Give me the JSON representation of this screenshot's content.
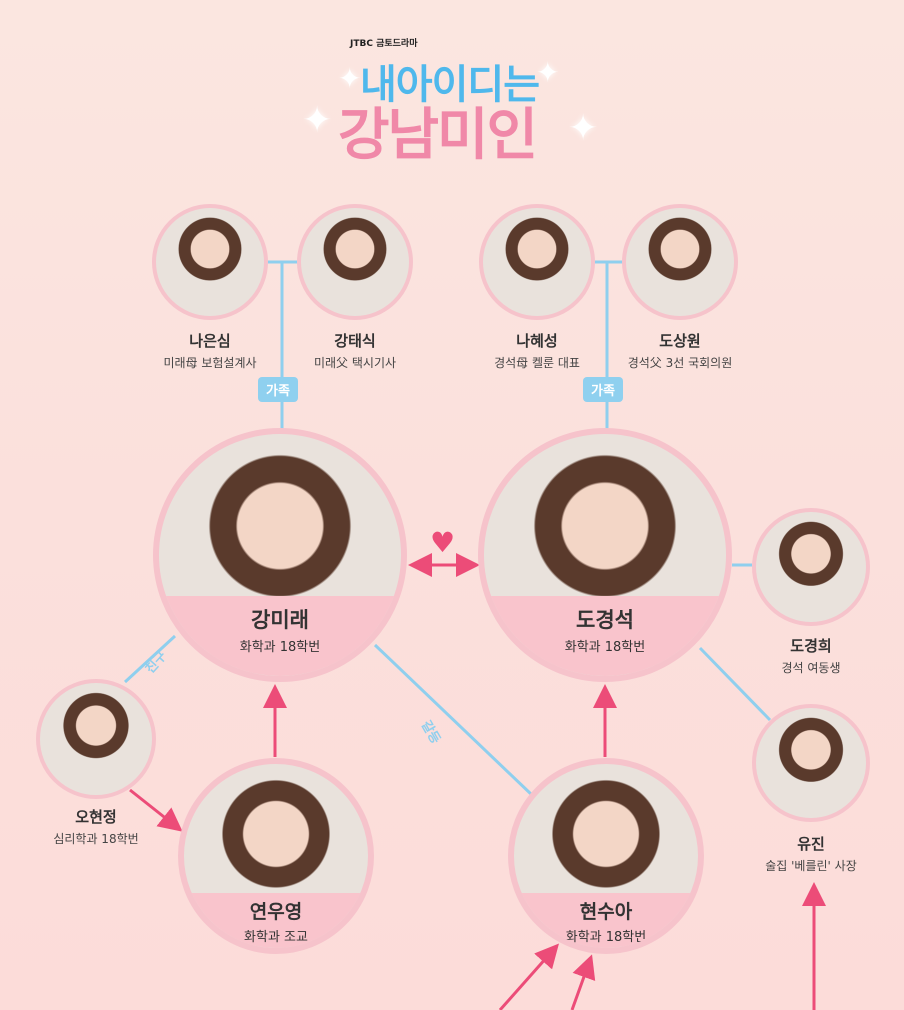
{
  "header": {
    "brand": "JTBC 금토드라마",
    "title_line1": "내아이디는",
    "title_line2": "강남미인"
  },
  "family_label": "가족",
  "relations": {
    "friend": "친구",
    "conflict": "갈등"
  },
  "characters": {
    "na_eunsim": {
      "name": "나은심",
      "desc": "미래母 보험설계사"
    },
    "kang_taesik": {
      "name": "강태식",
      "desc": "미래父 택시기사"
    },
    "na_hyesung": {
      "name": "나혜성",
      "desc": "경석母 켈룬 대표"
    },
    "do_sangwon": {
      "name": "도상원",
      "desc": "경석父 3선 국회의원"
    },
    "kang_mirae": {
      "name": "강미래",
      "desc": "화학과 18학번"
    },
    "do_kyungseok": {
      "name": "도경석",
      "desc": "화학과 18학번"
    },
    "do_kyunghee": {
      "name": "도경희",
      "desc": "경석 여동생"
    },
    "oh_hyunjung": {
      "name": "오현정",
      "desc": "심리학과 18학번"
    },
    "yeon_wooyoung": {
      "name": "연우영",
      "desc": "화학과 조교"
    },
    "hyun_sooa": {
      "name": "현수아",
      "desc": "화학과 18학번"
    },
    "yujin": {
      "name": "유진",
      "desc": "술집 '베를린' 사장"
    }
  },
  "colors": {
    "love": "#ec4c78",
    "relation_line": "#8fcfee",
    "frame": "#f6c3cb"
  }
}
